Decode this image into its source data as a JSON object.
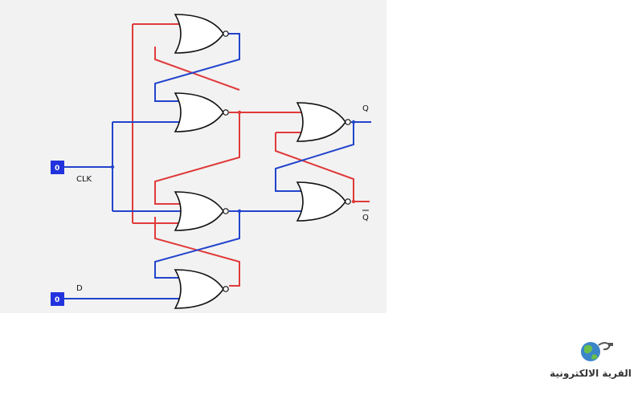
{
  "diagram": {
    "inputs": [
      {
        "name": "clk",
        "value": "0",
        "label": "CLK"
      },
      {
        "name": "d",
        "value": "0",
        "label": "D"
      }
    ],
    "outputs": [
      {
        "name": "q",
        "label": "Q"
      },
      {
        "name": "q-bar",
        "label": "Q"
      }
    ],
    "colors": {
      "logic_high": "#e03a3a",
      "logic_low": "#2244cc",
      "input_box": "#2233dd"
    }
  },
  "logo": {
    "text": "القرية الالكترونية",
    "icon": "globe-plug-icon"
  }
}
